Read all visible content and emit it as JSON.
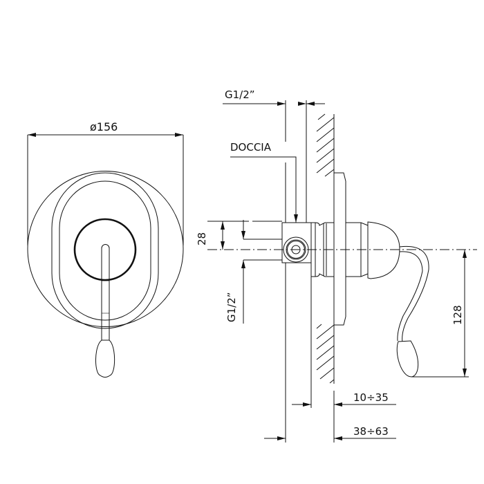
{
  "drawing": {
    "type": "technical-drawing",
    "subject": "concealed shower mixer - front and side views",
    "line_color": "#111111",
    "background": "#ffffff"
  },
  "front_view": {
    "diameter_label": "ø156"
  },
  "side_view": {
    "inlet_label": "G1/2”",
    "outlet_label": "DOCCIA",
    "offset_label": "28",
    "vertical_thread_label": "G1/2”",
    "handle_drop_label": "128",
    "wall_depth_label": "10÷35",
    "total_depth_label": "38÷63"
  }
}
